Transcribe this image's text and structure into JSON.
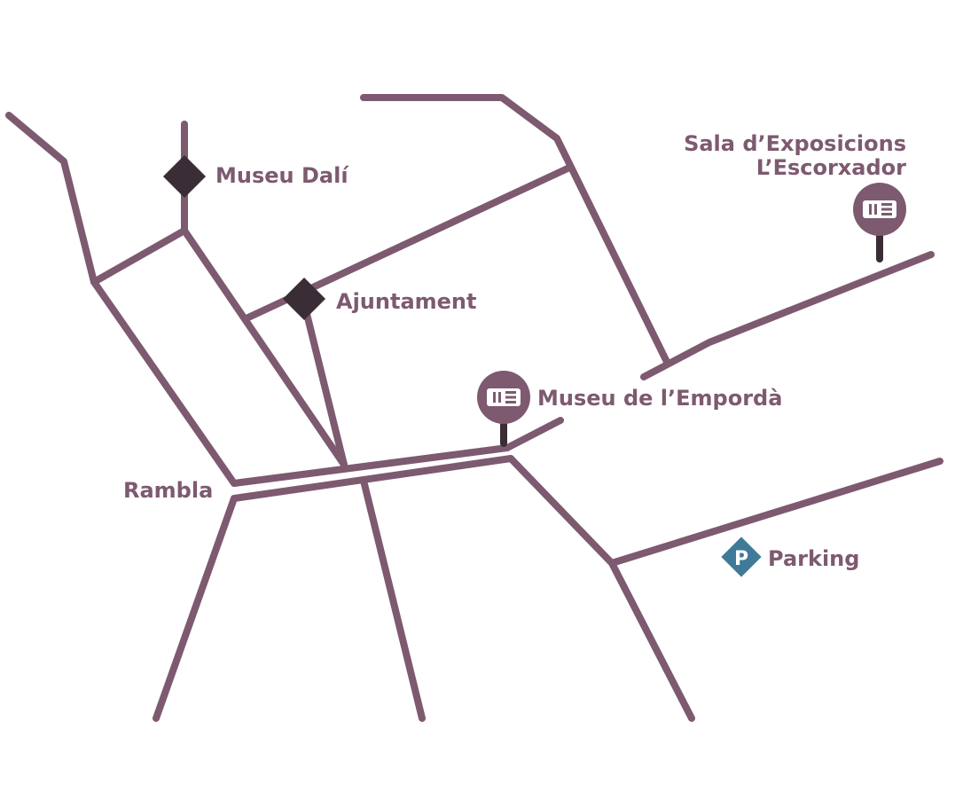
{
  "map": {
    "colors": {
      "road": "#7d5a70",
      "label": "#7d5a70",
      "landmark": "#3a2d36",
      "pin_stem": "#3a2d36",
      "parking": "#3f7a98",
      "icon_fg": "#ffffff"
    },
    "labels": {
      "museu_dali": "Museu Dalí",
      "ajuntament": "Ajuntament",
      "museu_emporda": "Museu de l’Empordà",
      "sala_line1": "Sala d’Exposicions",
      "sala_line2": "L’Escorxador",
      "rambla": "Rambla",
      "parking": "Parking",
      "parking_symbol": "P"
    },
    "icons": {
      "landmark": "diamond-landmark-icon",
      "museum": "museum-pin-icon",
      "parking": "parking-icon"
    }
  }
}
